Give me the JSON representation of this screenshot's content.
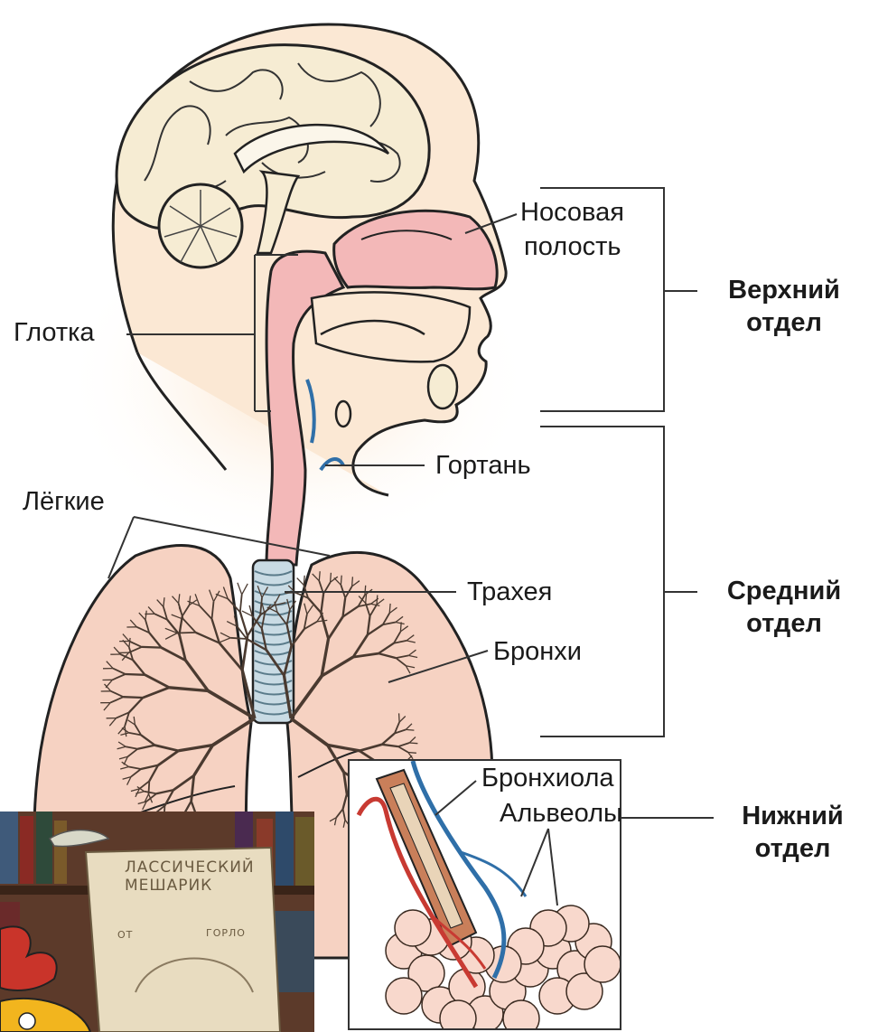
{
  "labels": {
    "nasal": [
      "Носовая",
      "полость"
    ],
    "pharynx": "Глотка",
    "larynx": "Гортань",
    "lungs": "Лёгкие",
    "trachea": "Трахея",
    "bronchi": "Бронхи",
    "bronchiole": "Бронхиола",
    "alveoli": "Альвеолы"
  },
  "sections": {
    "upper": [
      "Верхний",
      "отдел"
    ],
    "middle": [
      "Средний",
      "отдел"
    ],
    "lower": [
      "Нижний",
      "отдел"
    ]
  },
  "cartoon": {
    "scroll": [
      "ЛАССИЧЕСКИЙ",
      "МЕШАРИК"
    ],
    "tags": [
      "ОТ",
      "ГОРЛО"
    ]
  },
  "colors": {
    "skin": "#fbe8d4",
    "airway": "#f3b8b8",
    "brain": "#f6ecd3",
    "lung": "#f6d2c2",
    "trachea": "#c9dbe4",
    "artery": "#c83a32",
    "vein": "#2f6fa8"
  }
}
